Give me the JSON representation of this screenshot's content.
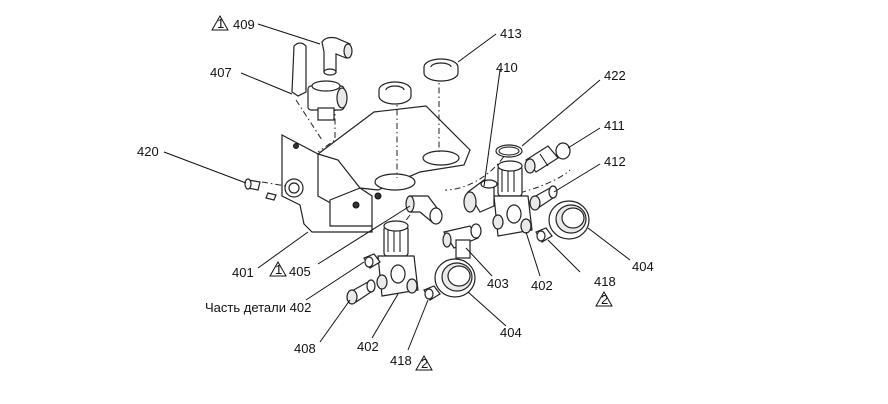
{
  "callouts": {
    "c409": "409",
    "c407": "407",
    "c420": "420",
    "c401": "401",
    "c405": "405",
    "c413": "413",
    "c410": "410",
    "c422": "422",
    "c411": "411",
    "c412": "412",
    "c404a": "404",
    "c404b": "404",
    "c403": "403",
    "c402a": "402",
    "c402b": "402",
    "c418a": "418",
    "c418b": "418",
    "c408": "408",
    "part_of_402": "Часть детали 402"
  },
  "warning_marks": {
    "w409": "1",
    "w405": "1",
    "w418a": "2",
    "w418b": "2"
  }
}
